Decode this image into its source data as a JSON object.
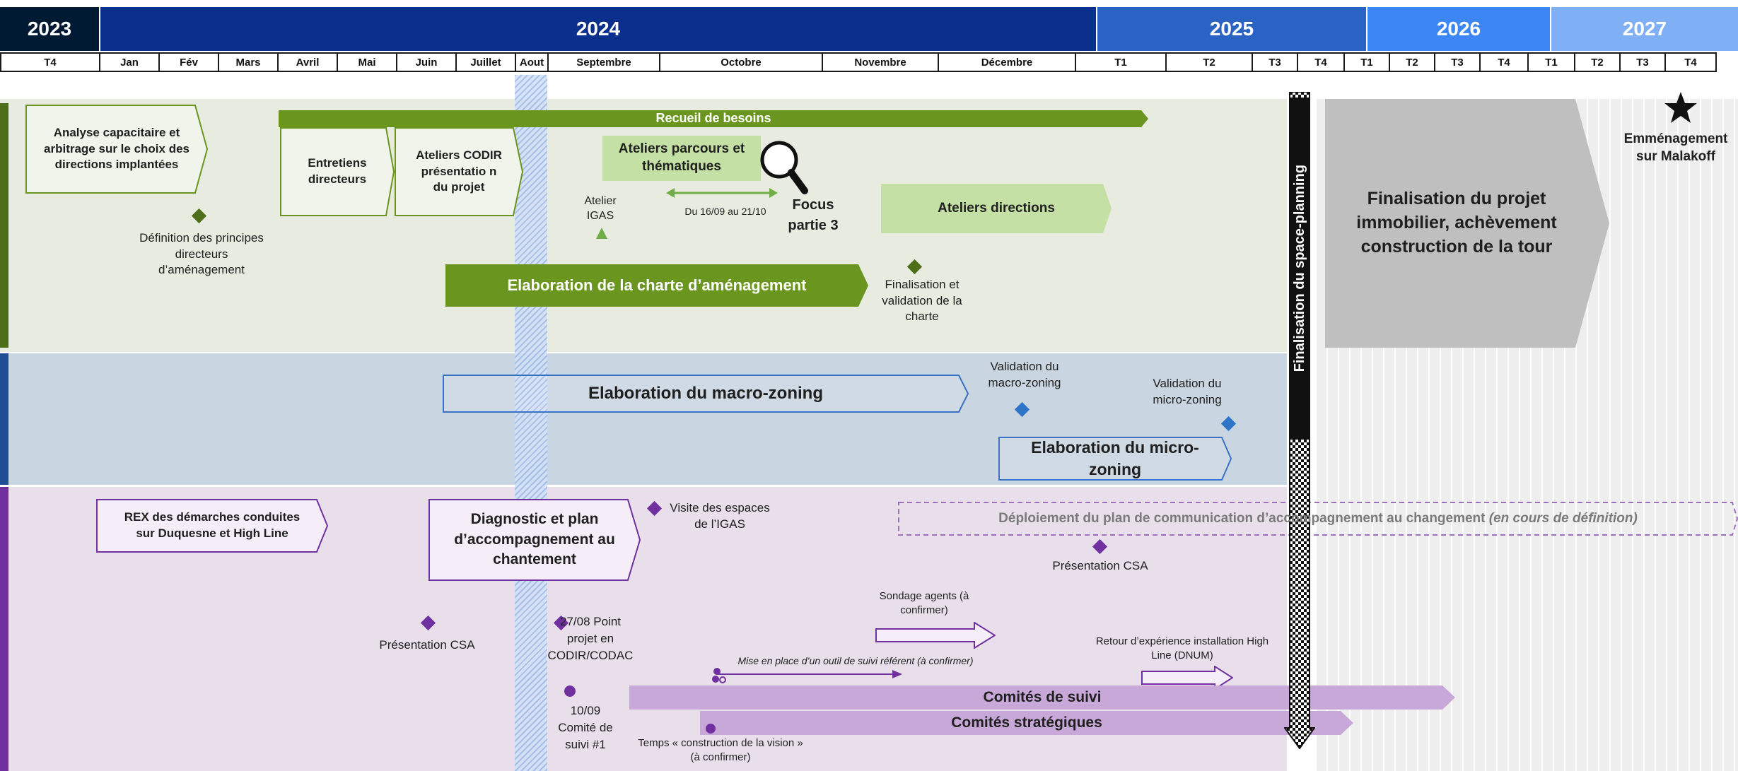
{
  "header": {
    "years": [
      {
        "label": "2023",
        "color": "#001a33"
      },
      {
        "label": "2024",
        "color": "#0b2f8c"
      },
      {
        "label": "2025",
        "color": "#2a63c4"
      },
      {
        "label": "2026",
        "color": "#3d86f5"
      },
      {
        "label": "2027",
        "color": "#7fb0f5"
      }
    ],
    "periods": [
      "T4",
      "Jan",
      "Fév",
      "Mars",
      "Avril",
      "Mai",
      "Juin",
      "Juillet",
      "Aout",
      "Septembre",
      "Octobre",
      "Novembre",
      "Décembre",
      "T1",
      "T2",
      "T3",
      "T4",
      "T1",
      "T2",
      "T3",
      "T4",
      "T1",
      "T2",
      "T3",
      "T4"
    ]
  },
  "colors": {
    "green_band": "#e8ece0",
    "blue_band": "#c9d5e1",
    "purple_band": "#e8dfeb",
    "green_dark": "#6a961f",
    "green_light": "#c5e0a5",
    "blue_outline": "#3a72c4",
    "purple_main": "#7030a0",
    "purple_light": "#c8a8d8",
    "grey_block": "#bfbfbf"
  },
  "band1": {
    "analyse": "Analyse capacitaire et arbitrage sur le choix des directions implantées",
    "recueil": "Recueil de besoins",
    "entretiens": "Entretiens directeurs",
    "ateliers_codir": "Ateliers CODIR présentatio n du projet",
    "ateliers_parcours": "Ateliers parcours et thématiques",
    "du_1609": "Du 16/09 au 21/10",
    "focus": "Focus partie 3",
    "atelier_igas": "Atelier IGAS",
    "ateliers_directions": "Ateliers directions",
    "definition": "Définition des principes directeurs d’aménagement",
    "charte": "Elaboration de la charte d’aménagement",
    "finalisation_charte": "Finalisation et validation de la charte"
  },
  "band2": {
    "macro": "Elaboration du macro-zoning",
    "validation_macro": "Validation du macro-zoning",
    "validation_micro": "Validation du micro-zoning",
    "micro": "Elaboration du micro-zoning"
  },
  "band3": {
    "rex": "REX des démarches conduites sur Duquesne et High Line",
    "diagnostic": "Diagnostic et plan d’accompagnement au chantement",
    "visite": "Visite des espaces de l’IGAS",
    "deploiement": "Déploiement du plan de communication d’accompagnement au changement",
    "deploiement_italic": "(en cours de définition)",
    "presentation_csa_right": "Présentation CSA",
    "presentation_csa_left": "Présentation CSA",
    "point_projet": "27/08 Point projet en CODIR/CODAC",
    "sondage": "Sondage agents (à confirmer)",
    "mise_en_place": "Mise en place d’un outil de suivi référent (à confirmer)",
    "retour": "Retour d’expérience installation High Line (DNUM)",
    "comite_suivi_1": "10/09 Comité de suivi #1",
    "comites_suivi": "Comités de suivi",
    "comites_strategiques": "Comités stratégiques",
    "temps": "Temps « construction de la vision » (à confirmer)"
  },
  "right": {
    "space_planning": "Finalisation du space-planning",
    "finalisation_projet": "Finalisation du projet immobilier, achèvement construction de la tour",
    "emmenagement": "Emménagement sur Malakoff"
  }
}
